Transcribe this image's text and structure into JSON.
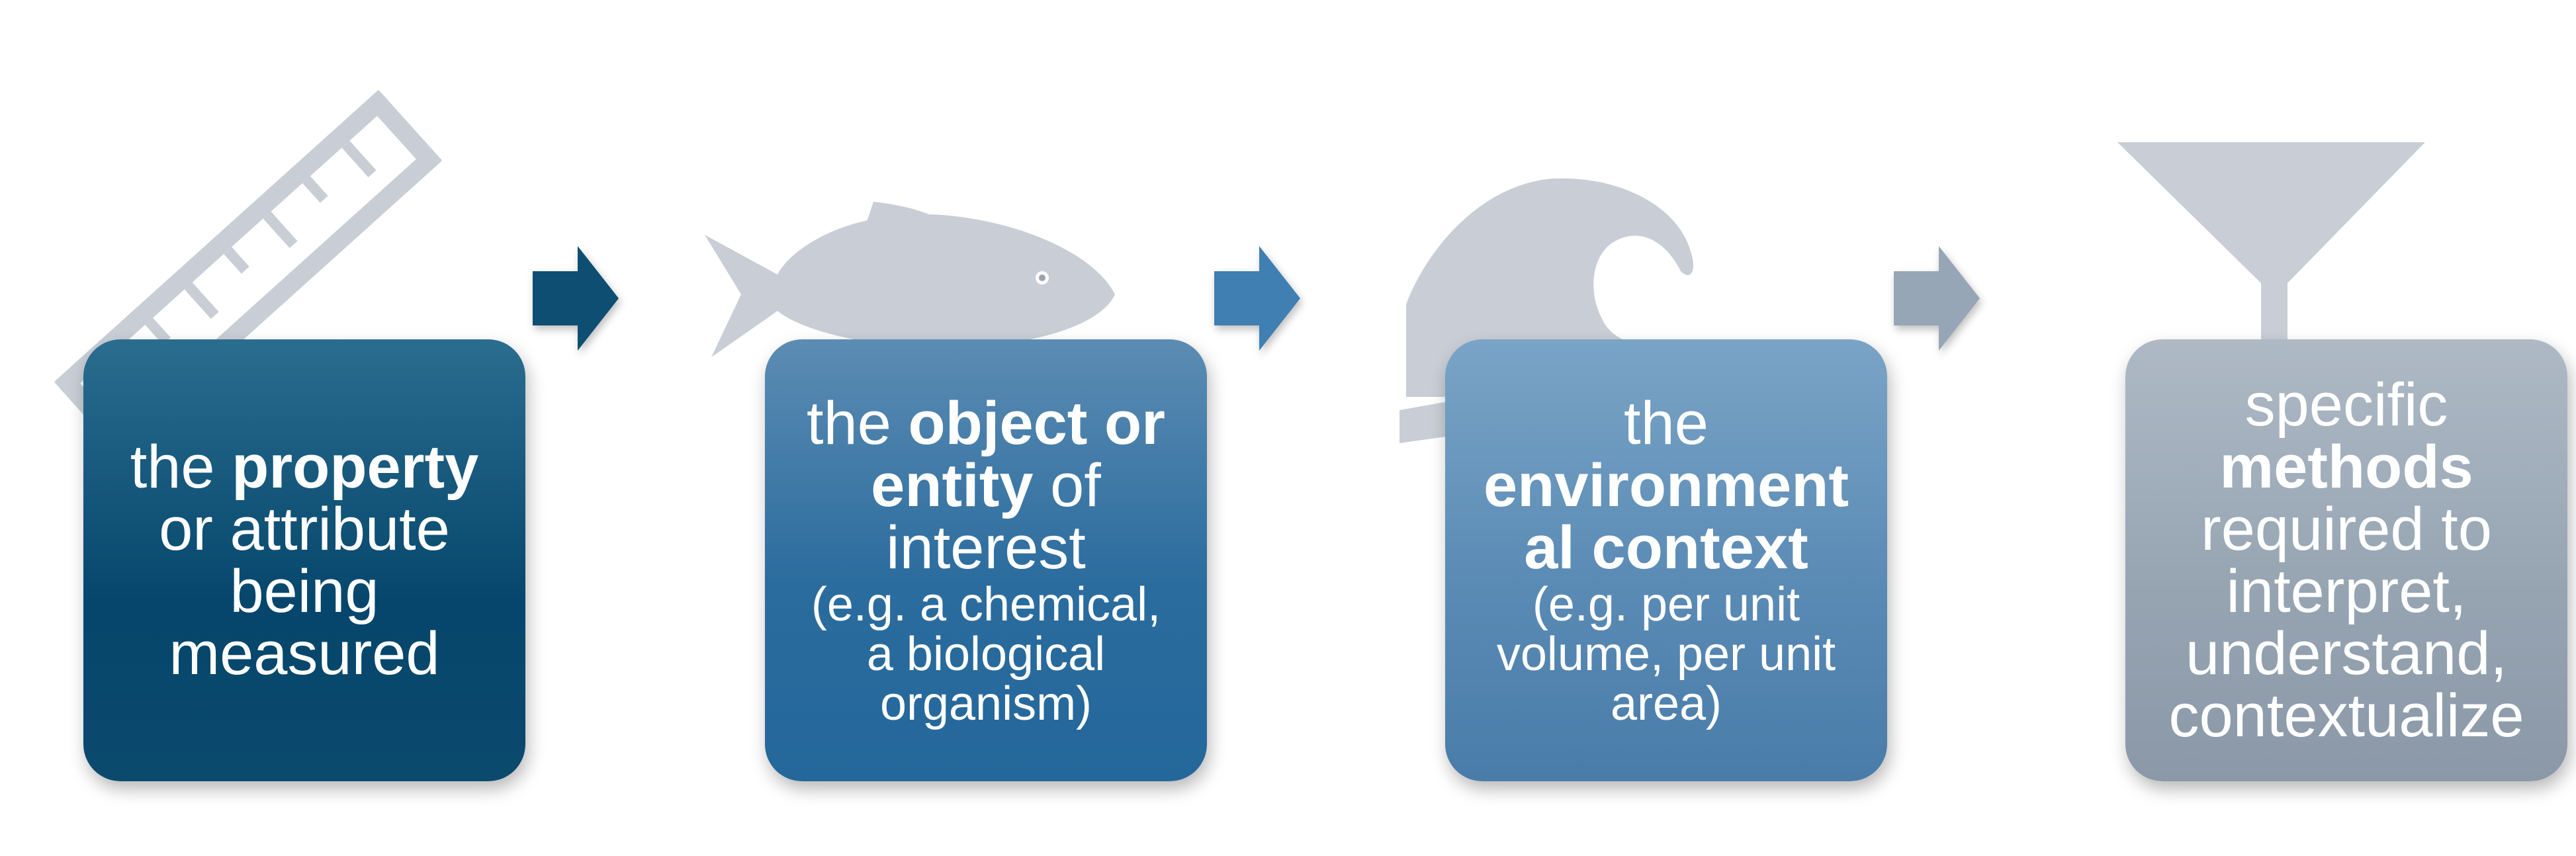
{
  "colors": {
    "icon_fill": "#c9ced6",
    "card_1": "#0b4a6d",
    "card_2": "#2b6c9e",
    "card_3": "#5a8bb5",
    "card_4": "#97a5b3",
    "arrow_1": "#0d4e72",
    "arrow_2": "#3f7fb2",
    "arrow_3": "#96a6b6"
  },
  "steps": [
    {
      "icon": "ruler-icon",
      "pre": "the ",
      "bold": "property",
      "post": " or attribute being measured",
      "sub": ""
    },
    {
      "icon": "fish-icon",
      "pre": "the ",
      "bold": "object or entity",
      "post": " of interest",
      "sub": "(e.g. a chemical, a biological organism)"
    },
    {
      "icon": "wave-icon",
      "pre": "the ",
      "bold": "environment al context",
      "post": "",
      "sub": "(e.g. per unit volume, per unit area)"
    },
    {
      "icon": "funnel-icon",
      "pre": "specific ",
      "bold": "methods",
      "post": " required to interpret, understand, contextualize",
      "sub": ""
    }
  ]
}
